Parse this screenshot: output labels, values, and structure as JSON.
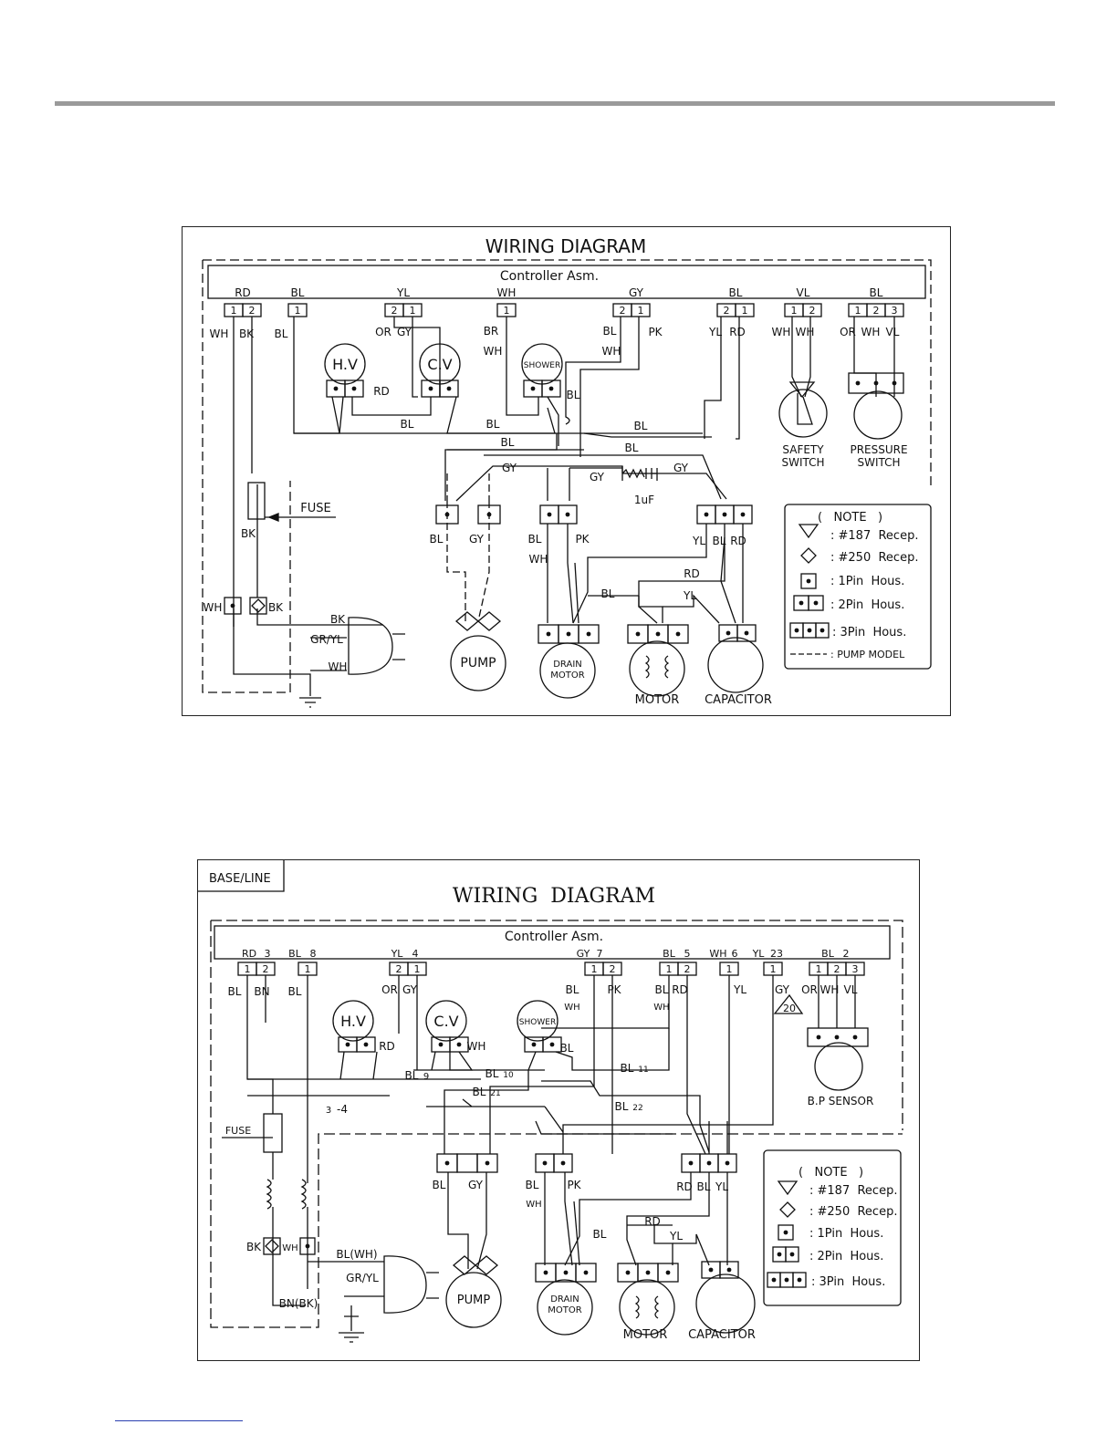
{
  "diagram1": {
    "title": "WIRING DIAGRAM",
    "controller": "Controller Asm.",
    "connectors": [
      {
        "name": "RD",
        "pins": [
          "1",
          "2"
        ]
      },
      {
        "name": "BL",
        "pins": [
          "1"
        ]
      },
      {
        "name": "YL",
        "pins": [
          "2",
          "1"
        ]
      },
      {
        "name": "WH",
        "pins": [
          "1"
        ]
      },
      {
        "name": "GY",
        "pins": [
          "2",
          "1"
        ]
      },
      {
        "name": "BL",
        "pins": [
          "2",
          "1"
        ]
      },
      {
        "name": "VL",
        "pins": [
          "1",
          "2"
        ]
      },
      {
        "name": "BL",
        "pins": [
          "1",
          "2",
          "3"
        ]
      }
    ],
    "wires": {
      "wh": "WH",
      "bk": "BK",
      "bl": "BL",
      "or": "OR",
      "gy": "GY",
      "br": "BR",
      "wh2": "WH",
      "bl2": "BL",
      "wh3": "WH",
      "pk": "PK",
      "yl": "YL",
      "rd": "RD",
      "wh4": "WH",
      "wh5": "WH",
      "or2": "OR",
      "wh6": "WH",
      "vl": "VL"
    },
    "components": {
      "hv": "H.V",
      "cv": "C.V",
      "shower": "SHOWER",
      "safety1": "SAFETY",
      "safety2": "SWITCH",
      "pressure1": "PRESSURE",
      "pressure2": "SWITCH",
      "fuse": "FUSE",
      "cap": "1uF",
      "pump": "PUMP",
      "drain1": "DRAIN",
      "drain2": "MOTOR",
      "motor": "MOTOR",
      "capacitor": "CAPACITOR"
    },
    "labels": {
      "rd_hv": "RD",
      "bl_shower": "BL",
      "bl_a": "BL",
      "bl_b": "BL",
      "bl_c": "BL",
      "bl_d": "BL",
      "bl_e": "BL",
      "gy_a": "GY",
      "gy_b": "GY",
      "gy_c": "GY",
      "bk_fuse": "BK",
      "pump_bl": "BL",
      "pump_gy": "GY",
      "drain_bl": "BL",
      "drain_wh": "WH",
      "drain_pk": "PK",
      "rc_yl": "YL",
      "rc_bl": "BL",
      "rc_rd": "RD",
      "rd_mid": "RD",
      "bl_mid": "BL",
      "yl_mid": "YL",
      "wh_plug": "WH",
      "bk_plug": "BK",
      "bk_cord": "BK",
      "gryl": "GR/YL",
      "wh_cord": "WH"
    },
    "note": {
      "title": "(   NOTE   )",
      "rows": [
        ": #187  Recep.",
        ": #250  Recep.",
        ": 1Pin  Hous.",
        ": 2Pin  Hous.",
        ": 3Pin  Hous.",
        ": PUMP MODEL"
      ]
    }
  },
  "diagram2": {
    "tag": "BASE/LINE",
    "title": "WIRING  DIAGRAM",
    "controller": "Controller Asm.",
    "connectors": [
      {
        "name": "RD",
        "num": "3",
        "pins": [
          "1",
          "2"
        ]
      },
      {
        "name": "BL",
        "num": "8",
        "pins": [
          "1"
        ]
      },
      {
        "name": "YL",
        "num": "4",
        "pins": [
          "2",
          "1"
        ]
      },
      {
        "name": "GY",
        "num": "7",
        "pins": [
          "1",
          "2"
        ]
      },
      {
        "name": "BL",
        "num": "5",
        "pins": [
          "1",
          "2"
        ]
      },
      {
        "name": "WH",
        "num": "6",
        "pins": [
          "1"
        ]
      },
      {
        "name": "YL",
        "num": "23",
        "pins": [
          "1"
        ]
      },
      {
        "name": "BL",
        "num": "2",
        "pins": [
          "1",
          "2",
          "3"
        ]
      }
    ],
    "wires": {
      "bl": "BL",
      "bn": "BN",
      "bl2": "BL",
      "or": "OR",
      "gy": "GY",
      "bl3": "BL",
      "wh": "WH",
      "pk": "PK",
      "bl4": "BL",
      "wh2": "WH",
      "rd": "RD",
      "yl": "YL",
      "gy2": "GY",
      "num20": "20",
      "or2": "OR",
      "wh3": "WH",
      "vl": "VL"
    },
    "components": {
      "hv": "H.V",
      "cv": "C.V",
      "shower": "SHOWER",
      "bp": "B.P SENSOR",
      "fuse": "FUSE",
      "pump": "PUMP",
      "drain1": "DRAIN",
      "drain2": "MOTOR",
      "motor": "MOTOR",
      "capacitor": "CAPACITOR"
    },
    "labels": {
      "rd_hv": "RD",
      "wh_cv": "WH",
      "bl_shower": "BL",
      "bl9": "BL",
      "n9": "9",
      "bl10": "BL",
      "n10": "10",
      "bl11": "BL",
      "n11": "11",
      "bl21": "BL",
      "n21": "21",
      "bl22": "BL",
      "n22": "22",
      "n3": "3",
      "dash4": "-4",
      "pump_bl": "BL",
      "pump_gy": "GY",
      "drain_bl": "BL",
      "drain_wh": "WH",
      "drain_pk": "PK",
      "rc_rd": "RD",
      "rc_bl": "BL",
      "rc_yl": "YL",
      "rd_mid": "RD",
      "bl_mid": "BL",
      "yl_mid": "YL",
      "bk_plug": "BK",
      "wh_plug": "WH",
      "bl_wh_cord": "BL(WH)",
      "gryl": "GR/YL",
      "bn_bk": "BN(BK)"
    },
    "note": {
      "title": "(   NOTE   )",
      "rows": [
        ": #187  Recep.",
        ": #250  Recep.",
        ": 1Pin  Hous.",
        ": 2Pin  Hous.",
        ": 3Pin  Hous."
      ]
    }
  }
}
